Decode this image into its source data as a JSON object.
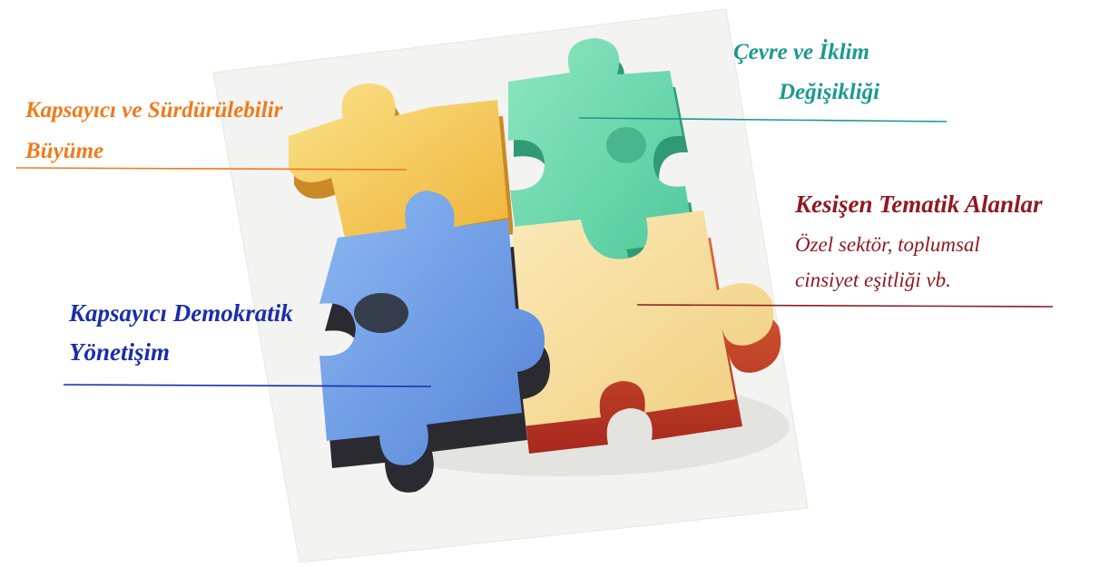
{
  "colors": {
    "orange": "#f07a1a",
    "teal": "#1a9a8e",
    "darkred": "#8e1a22",
    "blue": "#1a2ea8",
    "piece_yellow": "#f5cc57",
    "piece_green": "#6fd6ad",
    "piece_blue": "#6e9ee6",
    "piece_cream": "#f6dd9e",
    "piece_side_red": "#c43a24"
  },
  "labels": {
    "growth_line1": "Kapsayıcı ve Sürdürülebilir",
    "growth_line2": "Büyüme",
    "climate_line1": "Çevre ve İklim",
    "climate_line2": "Değişikliği",
    "crosscut_title": "Kesişen Tematik Alanlar",
    "crosscut_sub1": "Özel sektör, toplumsal",
    "crosscut_sub2": "cinsiyet eşitliği vb.",
    "governance_line1": "Kapsayıcı Demokratik",
    "governance_line2": "Yönetişim"
  }
}
